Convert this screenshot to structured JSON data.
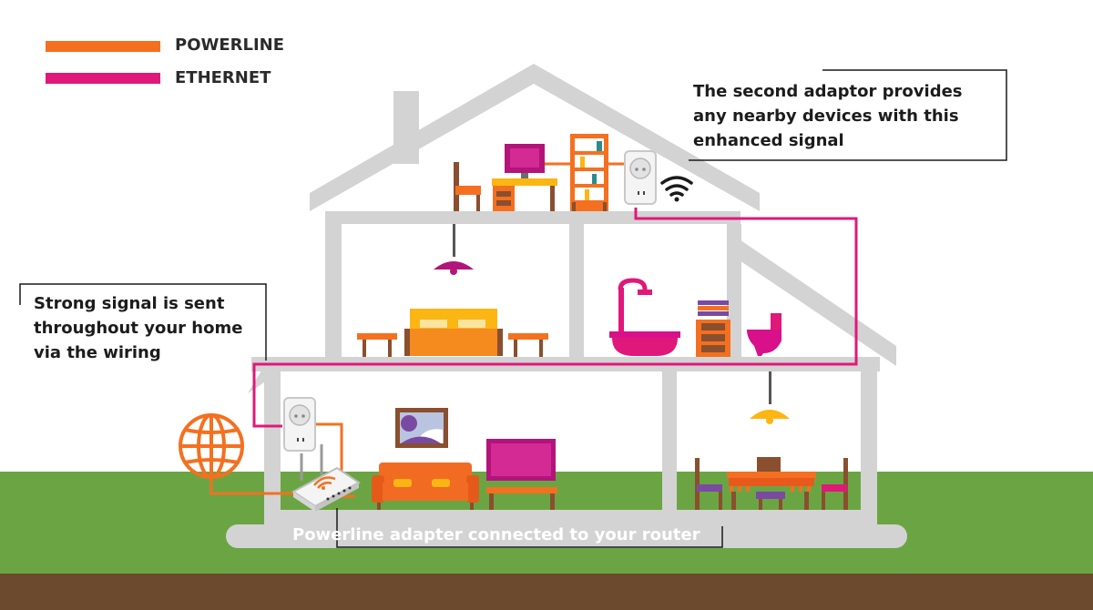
{
  "legend": {
    "powerline": {
      "label": "POWERLINE",
      "color": "#f47020"
    },
    "ethernet": {
      "label": "ETHERNET",
      "color": "#e0187a"
    }
  },
  "callouts": {
    "second_adaptor": {
      "lines": [
        "The second adaptor provides",
        "any nearby devices with this",
        "enhanced signal"
      ]
    },
    "strong_signal": {
      "lines": [
        "Strong signal is sent",
        "throughout your home",
        "via the wiring"
      ]
    },
    "router": {
      "text": "Powerline adapter connected to your router"
    }
  },
  "colors": {
    "wall": "#d3d3d3",
    "grass": "#6ba543",
    "soil": "#6b4a2e",
    "furniture_orange": "#f26b23",
    "furniture_yellow": "#fbb614",
    "furniture_magenta": "#b2147a",
    "furniture_purple": "#7a4aa2",
    "furniture_brown": "#8a4f2e"
  },
  "icons": [
    "globe-icon",
    "wifi-icon",
    "router-icon",
    "powerline-adapter-icon"
  ]
}
